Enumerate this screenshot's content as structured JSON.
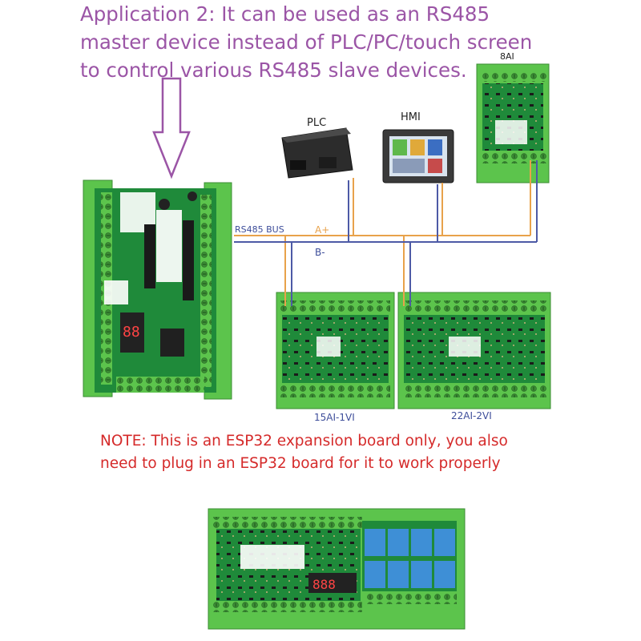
{
  "headline": {
    "line1": "Application 2: It can be used as an RS485",
    "line2": "master device instead of PLC/PC/touch screen",
    "line3": "to control various RS485 slave devices."
  },
  "devices": {
    "plc": "PLC",
    "hmi": "HMI",
    "module_8ai": "8AI",
    "module_15ai": "15AI-1VI",
    "module_22ai": "22AI-2VI"
  },
  "bus": {
    "name": "RS485 BUS",
    "a_plus": "A+",
    "b_minus": "B-"
  },
  "note": {
    "line1": "NOTE: This is an ESP32 expansion board only, you also",
    "line2": "need to plug in an ESP32 board for it to work properly"
  },
  "colors": {
    "headline": "#9b55a6",
    "note": "#d52a2a",
    "a_plus_wire": "#e8a24b",
    "b_minus_wire": "#4d5aa6",
    "pcb_green": "#1f8a3a",
    "terminal_green": "#58c247"
  }
}
